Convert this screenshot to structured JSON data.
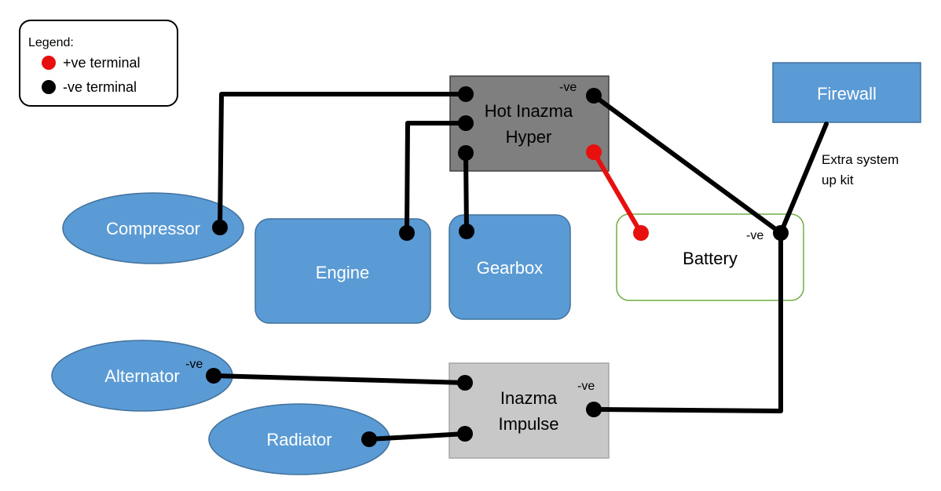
{
  "legend": {
    "title": "Legend:",
    "items": [
      {
        "label": "+ve terminal",
        "color": "#e8100f"
      },
      {
        "label": "-ve terminal",
        "color": "#000000"
      }
    ]
  },
  "colors": {
    "blue_fill": "#5b9bd5",
    "blue_stroke": "#41719c",
    "dark_box_fill": "#7f7f7f",
    "light_box_fill": "#c8c8c8",
    "battery_stroke": "#70ad47",
    "wire": "#000000",
    "positive_wire": "#e8100f"
  },
  "components": {
    "compressor": "Compressor",
    "engine": "Engine",
    "gearbox": "Gearbox",
    "alternator": "Alternator",
    "radiator": "Radiator",
    "firewall": "Firewall",
    "battery": "Battery",
    "hot_inazma_hyper": [
      "Hot Inazma",
      "Hyper"
    ],
    "inazma_impulse": [
      "Inazma",
      "Impulse"
    ]
  },
  "labels": {
    "neg_hyper": "-ve",
    "neg_battery": "-ve",
    "neg_alternator": "-ve",
    "neg_impulse": "-ve",
    "extra_kit": [
      "Extra system",
      "up kit"
    ]
  }
}
